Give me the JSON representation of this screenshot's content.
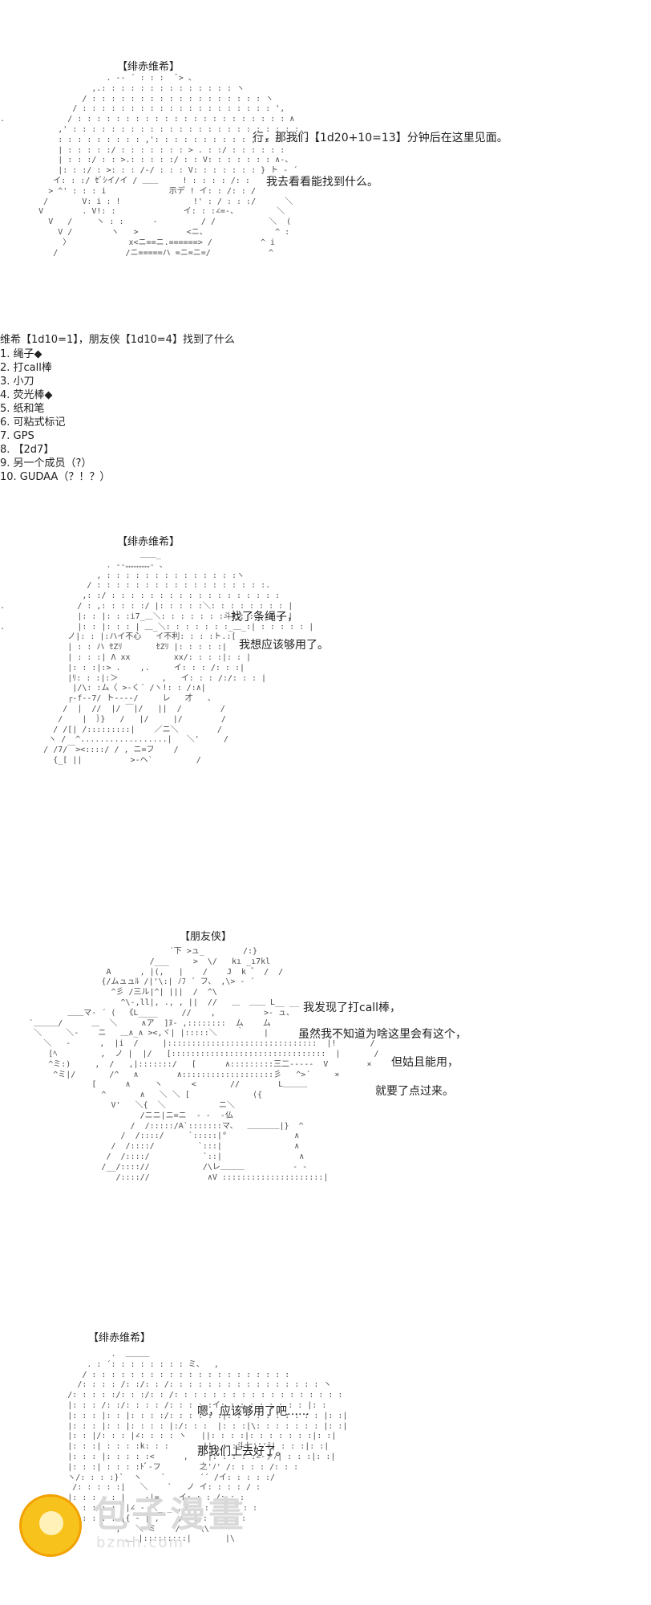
{
  "panel1": {
    "name": "【绯赤维希】",
    "speech": [
      "行，那我们【1d20+10=13】分钟后在这里见面。",
      "我去看看能找到什么。"
    ],
    "roll_line": "维希【1d10=1】，朋友侠【1d10=4】找到了什么",
    "list": [
      "1. 绳子◆",
      "2. 打call棒",
      "3. 小刀",
      "4. 荧光棒◆",
      "5. 纸和笔",
      "6. 可粘式标记",
      "7. GPS",
      "8. 【2d7】",
      "9. 另一个成员（?）",
      "10. GUDAA（？！？）"
    ]
  },
  "panel2": {
    "name": "【绯赤维希】",
    "speech": [
      "找了条绳子，",
      "我想应该够用了。"
    ]
  },
  "panel3": {
    "name": "【朋友侠】",
    "speech": [
      "我发现了打call棒，",
      "虽然我不知道为啥这里会有这个，",
      "但姑且能用，",
      "就要了点过来。"
    ]
  },
  "panel4": {
    "name": "【绯赤维希】",
    "speech": [
      "嗯，应该够用了吧……",
      "那我们上去好了。"
    ]
  },
  "watermark": {
    "title": "包子漫畫",
    "url": "bzmh.com"
  }
}
